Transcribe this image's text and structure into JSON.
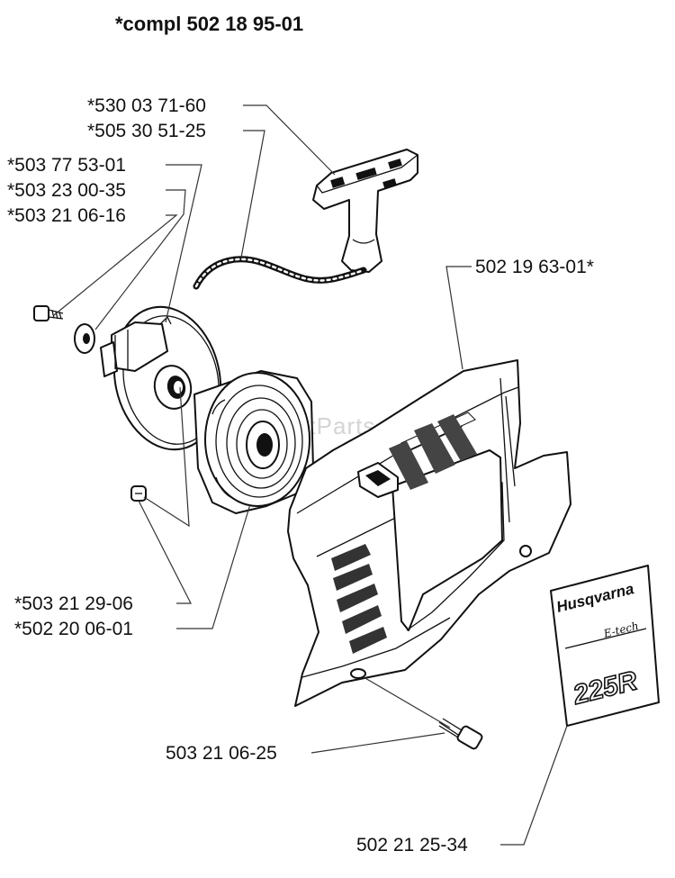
{
  "title": "*compl 502 18 95-01",
  "labels": {
    "p530037160": "*530 03 71-60",
    "p505305125": "*505 30 51-25",
    "p503775301": "*503 77 53-01",
    "p503230035": "*503 23 00-35",
    "p503210616": "*503 21 06-16",
    "p502196301": "502 19 63-01*",
    "p503212906": "*503 21 29-06",
    "p502200601": "*502 20 06-01",
    "p503210625": "503 21 06-25",
    "p502212534": "502 21 25-34"
  },
  "decal": {
    "brand": "Husqvarna",
    "sub": "E-tech",
    "model": "225R"
  },
  "watermark": "eReplacementParts.com"
}
